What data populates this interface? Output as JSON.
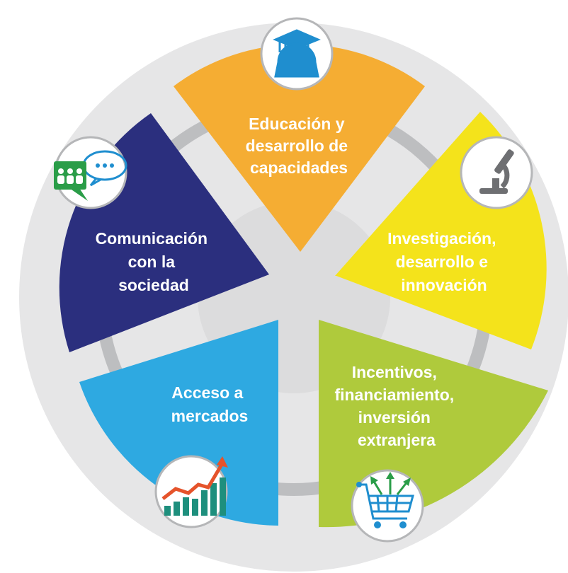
{
  "segments": [
    {
      "id": "educacion",
      "lines": [
        "Educación y",
        "desarrollo de",
        "capacidades"
      ],
      "color": "#F5AD33",
      "text_color": "#1a1a1a",
      "icon": "graduate-icon"
    },
    {
      "id": "investigacion",
      "lines": [
        "Investigación,",
        "desarrollo e",
        "innovación"
      ],
      "color": "#F4E31B",
      "text_color": "#1a1a1a",
      "icon": "microscope-icon"
    },
    {
      "id": "incentivos",
      "lines": [
        "Incentivos,",
        "financiamiento,",
        "inversión",
        "extranjera"
      ],
      "color": "#AFCA3C",
      "text_color": "#1a1a1a",
      "icon": "shopping-cart-icon"
    },
    {
      "id": "acceso",
      "lines": [
        "Acceso a",
        "mercados"
      ],
      "color": "#2EA9E1",
      "text_color": "#ffffff",
      "icon": "growth-chart-icon"
    },
    {
      "id": "comunicacion",
      "lines": [
        "Comunicación",
        "con la",
        "sociedad"
      ],
      "color": "#2B2F7E",
      "text_color": "#ffffff",
      "icon": "chat-group-icon"
    }
  ],
  "colors": {
    "outer_ring": "#E6E6E7",
    "middle_ring": "#BDBEC0",
    "center": "#DCDCDD",
    "icon_circle_border": "#B5B6B8",
    "icon_blue": "#1F8ECF",
    "icon_green": "#2A9D48",
    "icon_teal": "#1E8F7D",
    "icon_orange": "#E5532B",
    "icon_gray": "#6E6F72"
  }
}
